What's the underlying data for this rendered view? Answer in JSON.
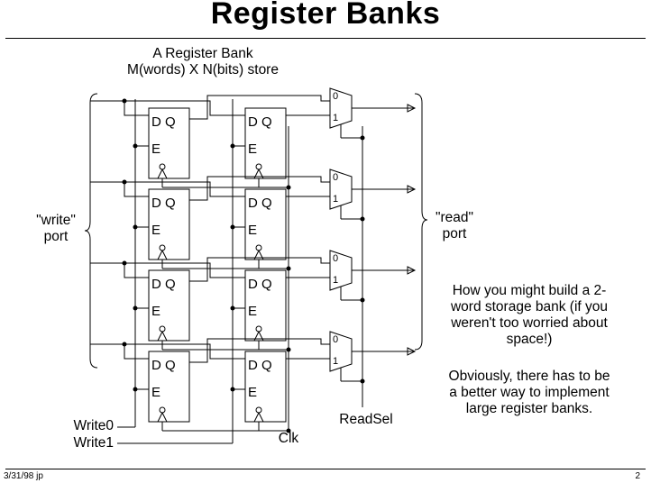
{
  "slide": {
    "title": "Register Banks",
    "subtitle_line1": "A Register Bank",
    "subtitle_line2": "M(words) X N(bits) store",
    "footer_left": "3/31/98 jp",
    "footer_right": "2"
  },
  "labels": {
    "write_port_line1": "\"write\"",
    "write_port_line2": "port",
    "read_port_line1": "\"read\"",
    "read_port_line2": "port",
    "write0": "Write0",
    "write1": "Write1",
    "clk": "Clk",
    "readsel": "ReadSel"
  },
  "flipflop": {
    "pin_d": "D",
    "pin_q": "Q",
    "pin_e": "E"
  },
  "mux": {
    "input0": "0",
    "input1": "1"
  },
  "notes": {
    "para1_line1": "How you might build a 2-",
    "para1_line2": "word storage bank (if you",
    "para1_line3": "weren't too worried about",
    "para1_line4": "space!)",
    "para2_line1": "Obviously, there has to be",
    "para2_line2": "a better way to implement",
    "para2_line3": "large register banks."
  },
  "diagram": {
    "bits": 4,
    "words": 2
  }
}
